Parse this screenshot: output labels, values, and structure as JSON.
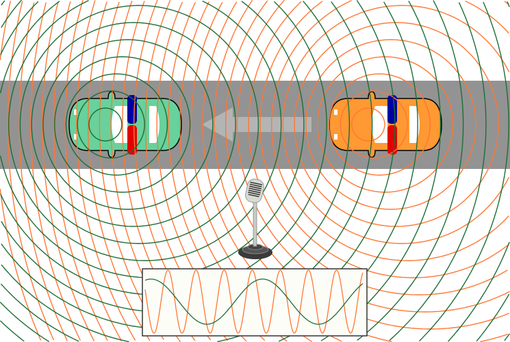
{
  "scene": {
    "background": "#ffffff",
    "road_color": "#939393",
    "direction_arrow_color": "#b4b4b4",
    "direction": "left"
  },
  "green_car": {
    "body_color": "#69d19b",
    "wave_color": "#1d6e35",
    "siren_colors": [
      "#0000a0",
      "#e00000"
    ]
  },
  "orange_car": {
    "body_color": "#ff9933",
    "wave_color": "#ff7733",
    "siren_colors": [
      "#0000a0",
      "#e00000"
    ]
  },
  "microphone": {
    "icon": "microphone-icon"
  },
  "scope": {
    "background": "#fdfdf8",
    "orange_cycles": 7.75,
    "green_cycles": 1.95
  }
}
